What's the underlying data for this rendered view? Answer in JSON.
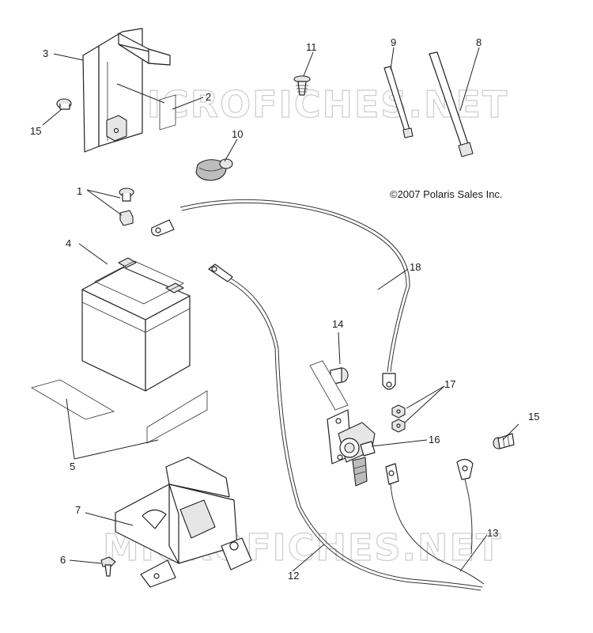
{
  "copyright": "©2007 Polaris Sales Inc.",
  "watermark": "MICROFICHES.NET",
  "callouts": {
    "c1": "1",
    "c2": "2",
    "c3": "3",
    "c4": "4",
    "c5": "5",
    "c6": "6",
    "c7": "7",
    "c8": "8",
    "c9": "9",
    "c10": "10",
    "c11": "11",
    "c12": "12",
    "c13": "13",
    "c14": "14",
    "c15a": "15",
    "c15b": "15",
    "c16": "16",
    "c17": "17",
    "c18": "18"
  }
}
